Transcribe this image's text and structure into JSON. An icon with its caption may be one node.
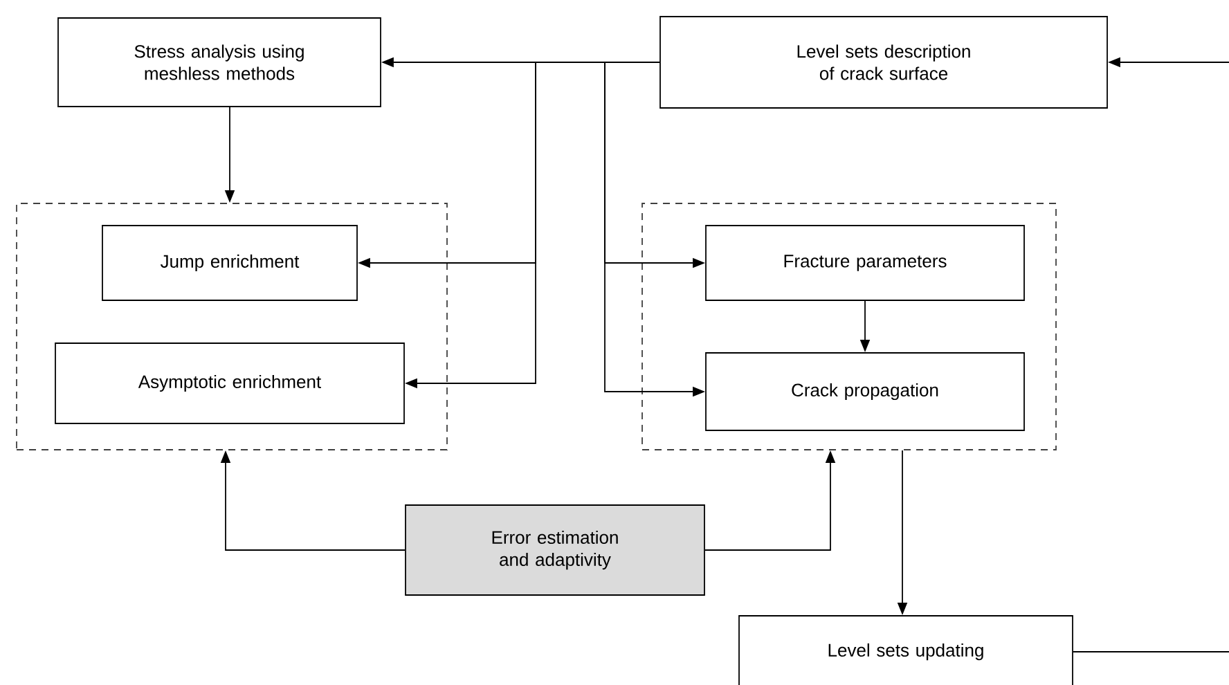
{
  "diagram": {
    "nodes": [
      {
        "text": [
          "Stress analysis using meshless methods"
        ]
      },
      {
        "text": [
          "Level sets description of crack surface"
        ]
      },
      {
        "text": [],
        "shape": "box"
      },
      {
        "text": [
          "Jump enrichment"
        ],
        "in": 2
      },
      {
        "text": [
          "Asymptotic enrichment"
        ],
        "in": 2
      },
      {
        "text": [],
        "shape": "box"
      },
      {
        "text": [
          "Fracture parameters"
        ],
        "in": 5
      },
      {
        "text": [
          "Crack propagation"
        ],
        "in": 5
      },
      {
        "text": [
          "Error estimation and adaptivity"
        ]
      },
      {
        "text": [
          "Level sets updating"
        ]
      }
    ],
    "edges": [
      {
        "from": 1,
        "to": 0,
        "arrow": "to"
      },
      {
        "from": null,
        "to": 1,
        "arrow": "to"
      },
      {
        "from": 0,
        "to": 2,
        "arrow": "to"
      },
      {
        "from": 1,
        "to": 3,
        "arrow": "to"
      },
      {
        "from": 1,
        "to": 4,
        "arrow": "to"
      },
      {
        "from": 1,
        "to": 6,
        "arrow": "to"
      },
      {
        "from": 1,
        "to": 7,
        "arrow": "to"
      },
      {
        "from": 6,
        "to": 7,
        "arrow": "to"
      },
      {
        "from": 8,
        "to": 2,
        "arrow": "to"
      },
      {
        "from": 8,
        "to": 5,
        "arrow": "to"
      },
      {
        "from": 5,
        "to": 9,
        "arrow": "to"
      },
      {
        "from": 9,
        "to": null,
        "arrow": "none"
      }
    ]
  }
}
